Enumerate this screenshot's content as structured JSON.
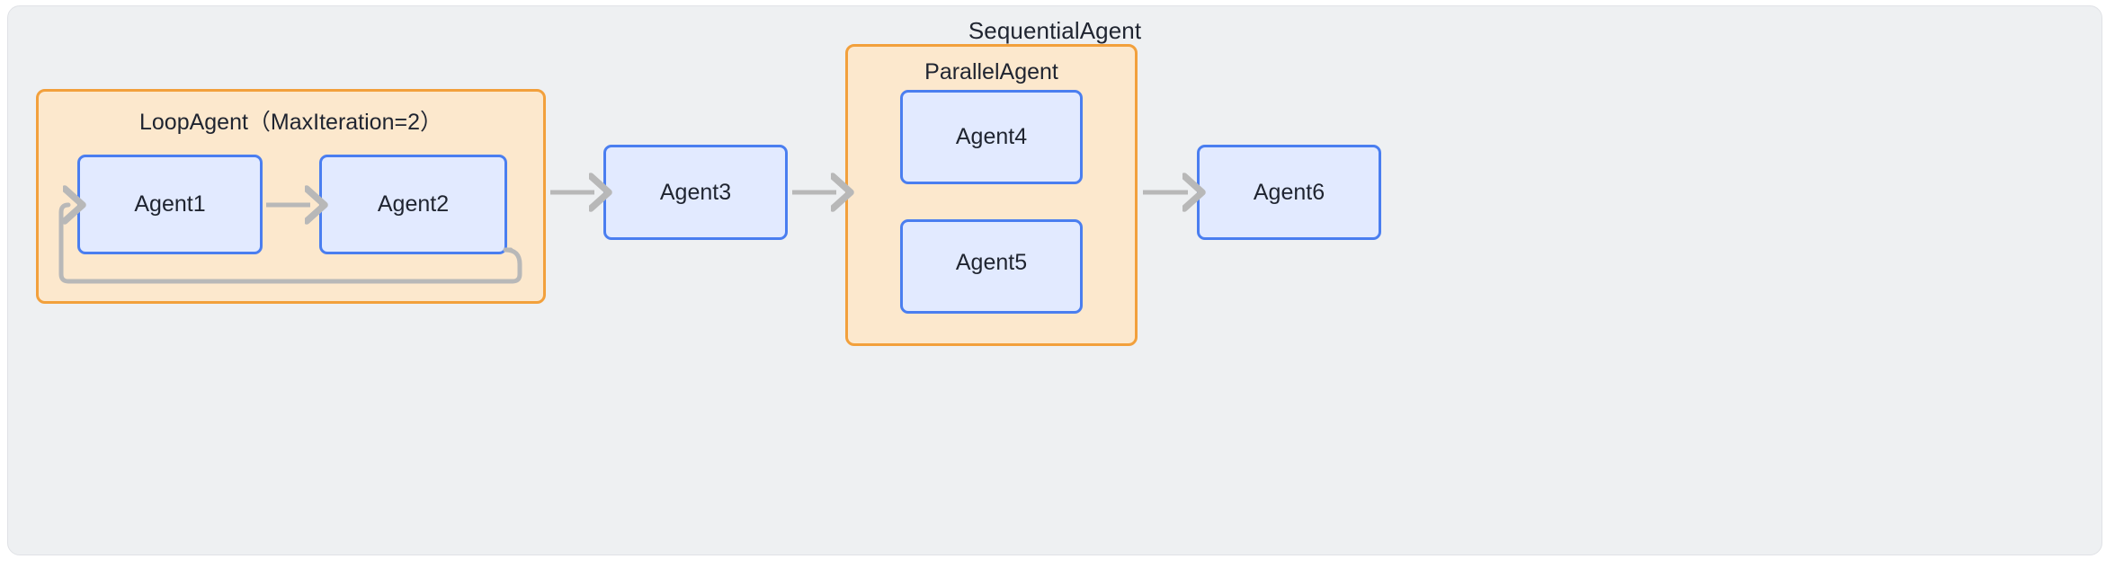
{
  "diagram": {
    "type": "agent-orchestration-flow",
    "outer": {
      "title": "SequentialAgent",
      "fill": "#eef0f2",
      "border": "#e0e2e6"
    },
    "groups": [
      {
        "id": "loop-group",
        "title": "LoopAgent（MaxIteration=2）",
        "kind": "LoopAgent",
        "max_iteration": 2,
        "fill": "#fce8cd",
        "border": "#f2a03c",
        "members": [
          "Agent1",
          "Agent2"
        ]
      },
      {
        "id": "parallel-group",
        "title": "ParallelAgent",
        "kind": "ParallelAgent",
        "fill": "#fce8cd",
        "border": "#f2a03c",
        "members": [
          "Agent4",
          "Agent5"
        ]
      }
    ],
    "nodes": [
      {
        "id": "agent1",
        "label": "Agent1",
        "fill": "#e2eaff",
        "border": "#4a7ef0"
      },
      {
        "id": "agent2",
        "label": "Agent2",
        "fill": "#e2eaff",
        "border": "#4a7ef0"
      },
      {
        "id": "agent3",
        "label": "Agent3",
        "fill": "#e2eaff",
        "border": "#4a7ef0"
      },
      {
        "id": "agent4",
        "label": "Agent4",
        "fill": "#e2eaff",
        "border": "#4a7ef0"
      },
      {
        "id": "agent5",
        "label": "Agent5",
        "fill": "#e2eaff",
        "border": "#4a7ef0"
      },
      {
        "id": "agent6",
        "label": "Agent6",
        "fill": "#e2eaff",
        "border": "#4a7ef0"
      }
    ],
    "edges": [
      {
        "id": "edge-agent1-agent2",
        "from": "Agent1",
        "to": "Agent2",
        "style": "arrow"
      },
      {
        "id": "edge-agent2-agent1-loopback",
        "from": "Agent2",
        "to": "Agent1",
        "style": "loop-back"
      },
      {
        "id": "edge-loopgroup-agent3",
        "from": "LoopAgent",
        "to": "Agent3",
        "style": "arrow"
      },
      {
        "id": "edge-agent3-parallelgroup",
        "from": "Agent3",
        "to": "ParallelAgent",
        "style": "arrow"
      },
      {
        "id": "edge-parallelgroup-agent6",
        "from": "ParallelAgent",
        "to": "Agent6",
        "style": "arrow"
      }
    ],
    "edge_color": "#b8b8b8"
  }
}
